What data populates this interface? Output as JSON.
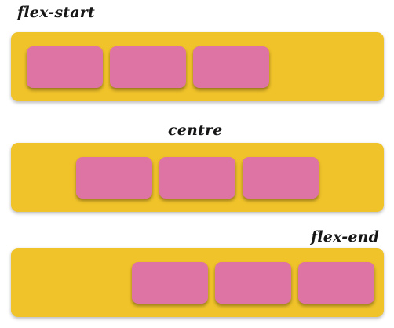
{
  "colors": {
    "container": "#F1C32A",
    "item": "#DE74A3"
  },
  "panels": [
    {
      "label": "flex-start",
      "items": 3
    },
    {
      "label": "centre",
      "items": 3
    },
    {
      "label": "flex-end",
      "items": 3
    }
  ]
}
